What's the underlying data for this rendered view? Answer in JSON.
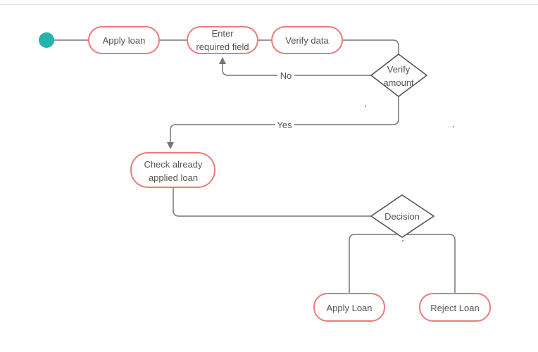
{
  "diagram": {
    "colors": {
      "node_border": "#ec7a7a",
      "decision_border": "#555555",
      "edge": "#757575",
      "start": "#26b3ac",
      "text": "#555555"
    },
    "nodes": {
      "apply_loan": "Apply loan",
      "enter_required_field": [
        "Enter",
        "required field"
      ],
      "verify_data": "Verify data",
      "verify_amount": [
        "Verify",
        "amount"
      ],
      "check_already_applied": [
        "Check already",
        "applied loan"
      ],
      "decision": "Decision",
      "apply_loan_final": "Apply Loan",
      "reject_loan": "Reject Loan"
    },
    "edge_labels": {
      "no": "No",
      "yes": "Yes"
    }
  }
}
